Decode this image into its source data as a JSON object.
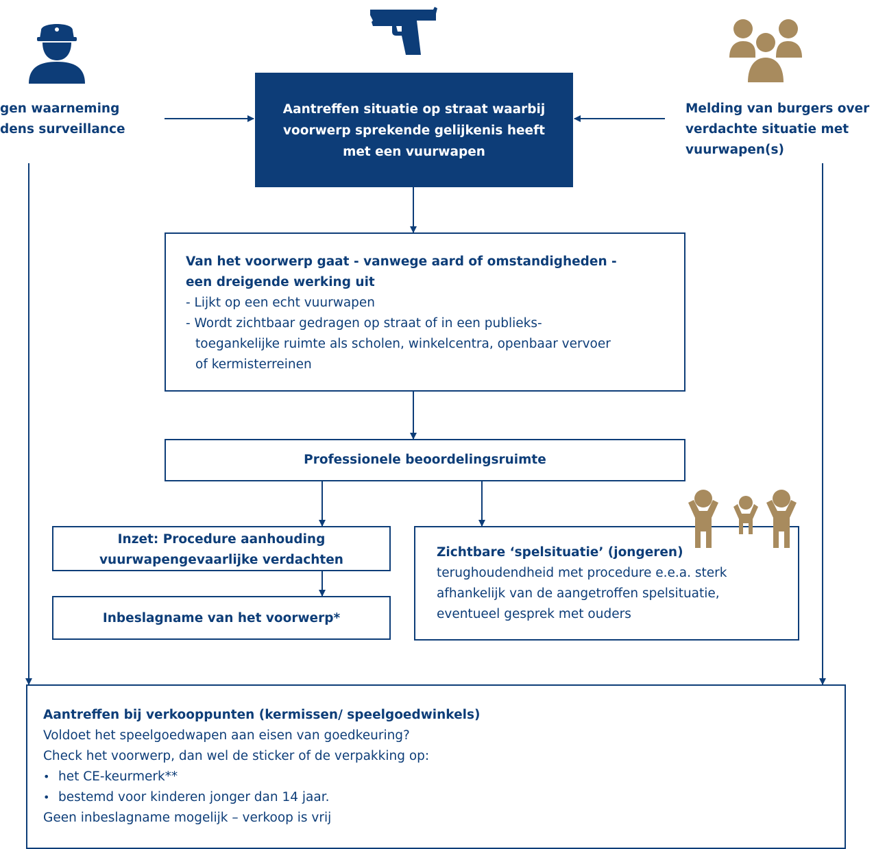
{
  "colors": {
    "navy": "#0d3d78",
    "gold": "#a88b5e",
    "white": "#ffffff"
  },
  "icons": {
    "officer": "police-officer-icon",
    "gun": "pistol-icon",
    "group": "people-group-icon",
    "children": "children-playing-icon"
  },
  "left_source": {
    "line1": "gen waarneming",
    "line2": "dens surveillance"
  },
  "right_source": {
    "line1": "Melding van burgers over",
    "line2": "verdachte situatie met",
    "line3": "vuurwapen(s)"
  },
  "center_box": {
    "line1": "Aantreffen situatie op straat waarbij",
    "line2": "voorwerp sprekende gelijkenis heeft",
    "line3": "met een vuurwapen"
  },
  "threat_box": {
    "title1": "Van het voorwerp gaat - vanwege aard of omstandigheden -",
    "title2": "een dreigende werking uit",
    "item1": "- Lijkt op een echt vuurwapen",
    "item2_line1": "- Wordt zichtbaar gedragen op straat of in een publieks-",
    "item2_line2": "toegankelijke ruimte als scholen, winkelcentra, openbaar vervoer",
    "item2_line3": "of kermisterreinen"
  },
  "judgement_box": {
    "label": "Professionele beoordelingsruimte"
  },
  "procedure_box": {
    "line1": "Inzet: Procedure aanhouding",
    "line2": "vuurwapengevaarlijke verdachten"
  },
  "seizure_box": {
    "label": "Inbeslagname van het voorwerp*"
  },
  "play_box": {
    "title": "Zichtbare ‘spelsituatie’ (jongeren)",
    "line1": "terughoudendheid met procedure e.e.a. sterk",
    "line2": "afhankelijk van de aangetroffen spelsituatie,",
    "line3": "eventueel gesprek met ouders"
  },
  "sales_box": {
    "title": "Aantreffen bij verkooppunten (kermissen/ speelgoedwinkels)",
    "line1": "Voldoet het speelgoedwapen aan eisen van goedkeuring?",
    "line2": "Check het voorwerp, dan wel de sticker of de verpakking op:",
    "bullet1": "het CE-keurmerk**",
    "bullet2": "bestemd voor kinderen jonger dan 14 jaar.",
    "line3": "Geen inbeslagname mogelijk – verkoop is vrij"
  }
}
